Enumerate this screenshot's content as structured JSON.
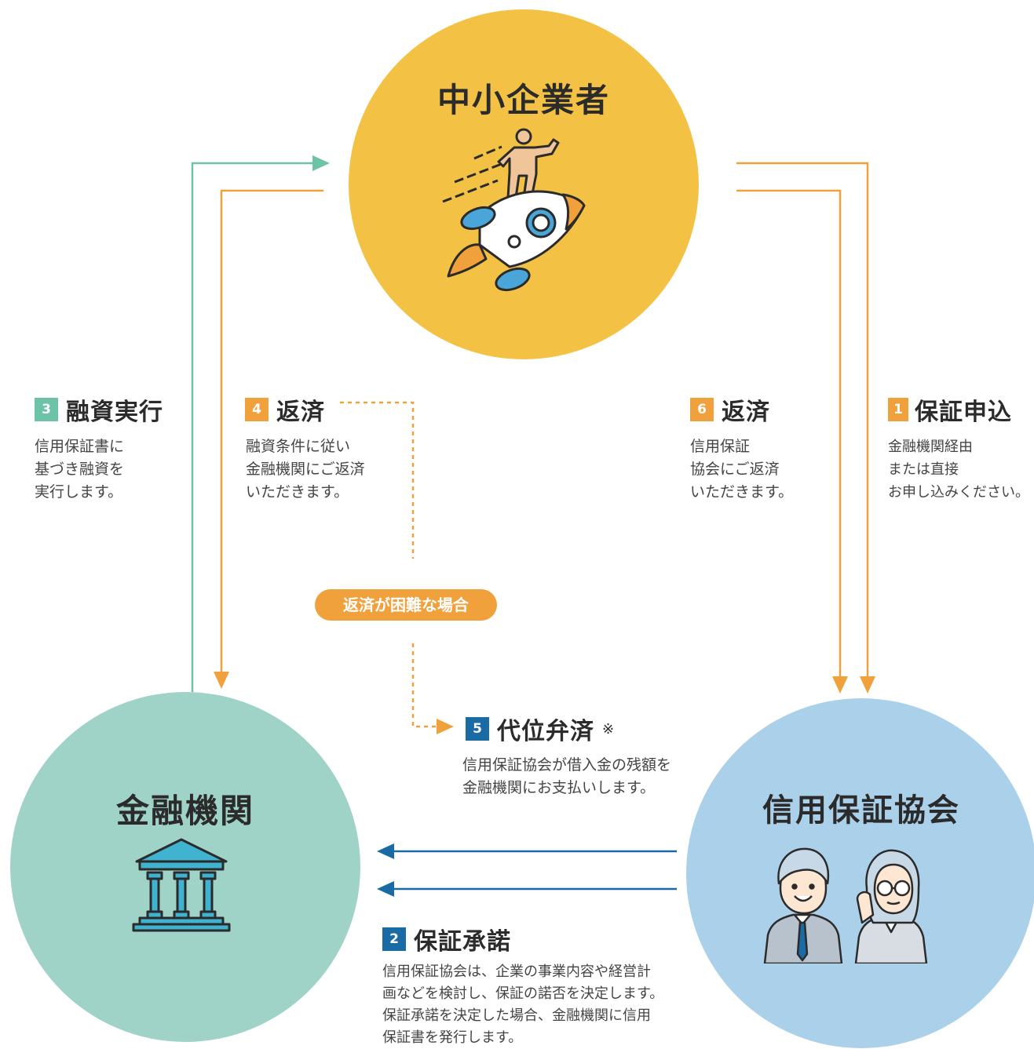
{
  "colors": {
    "yellow": "#f3c244",
    "teal": "#9fd3c7",
    "blue": "#abd1ea",
    "orange": "#f0a13c",
    "green_arrow": "#6cc3a8",
    "navy_arrow": "#1a6aa4"
  },
  "nodes": {
    "sme": {
      "title": "中小企業者",
      "icon": "rocket-person-icon"
    },
    "bank": {
      "title": "金融機関",
      "icon": "bank-building-icon"
    },
    "assoc": {
      "title": "信用保証協会",
      "icon": "two-staff-icon"
    }
  },
  "steps": {
    "s1": {
      "num": "1",
      "title": "保証申込",
      "lines": [
        "金融機関経由",
        "または直接",
        "お申し込みください。"
      ]
    },
    "s2": {
      "num": "2",
      "title": "保証承諾",
      "lines": [
        "信用保証協会は、企業の事業内容や経営計",
        "画などを検討し、保証の諾否を決定します。",
        "保証承諾を決定した場合、金融機関に信用",
        "保証書を発行します。"
      ]
    },
    "s3": {
      "num": "3",
      "title": "融資実行",
      "lines": [
        "信用保証書に",
        "基づき融資を",
        "実行します。"
      ]
    },
    "s4": {
      "num": "4",
      "title": "返済",
      "lines": [
        "融資条件に従い",
        "金融機関にご返済",
        "いただきます。"
      ]
    },
    "s5": {
      "num": "5",
      "title": "代位弁済",
      "note": "※",
      "lines": [
        "信用保証協会が借入金の残額を",
        "金融機関にお支払いします。"
      ]
    },
    "s6": {
      "num": "6",
      "title": "返済",
      "lines": [
        "信用保証",
        "協会にご返済",
        "いただきます。"
      ]
    }
  },
  "pill": "返済が困難な場合"
}
